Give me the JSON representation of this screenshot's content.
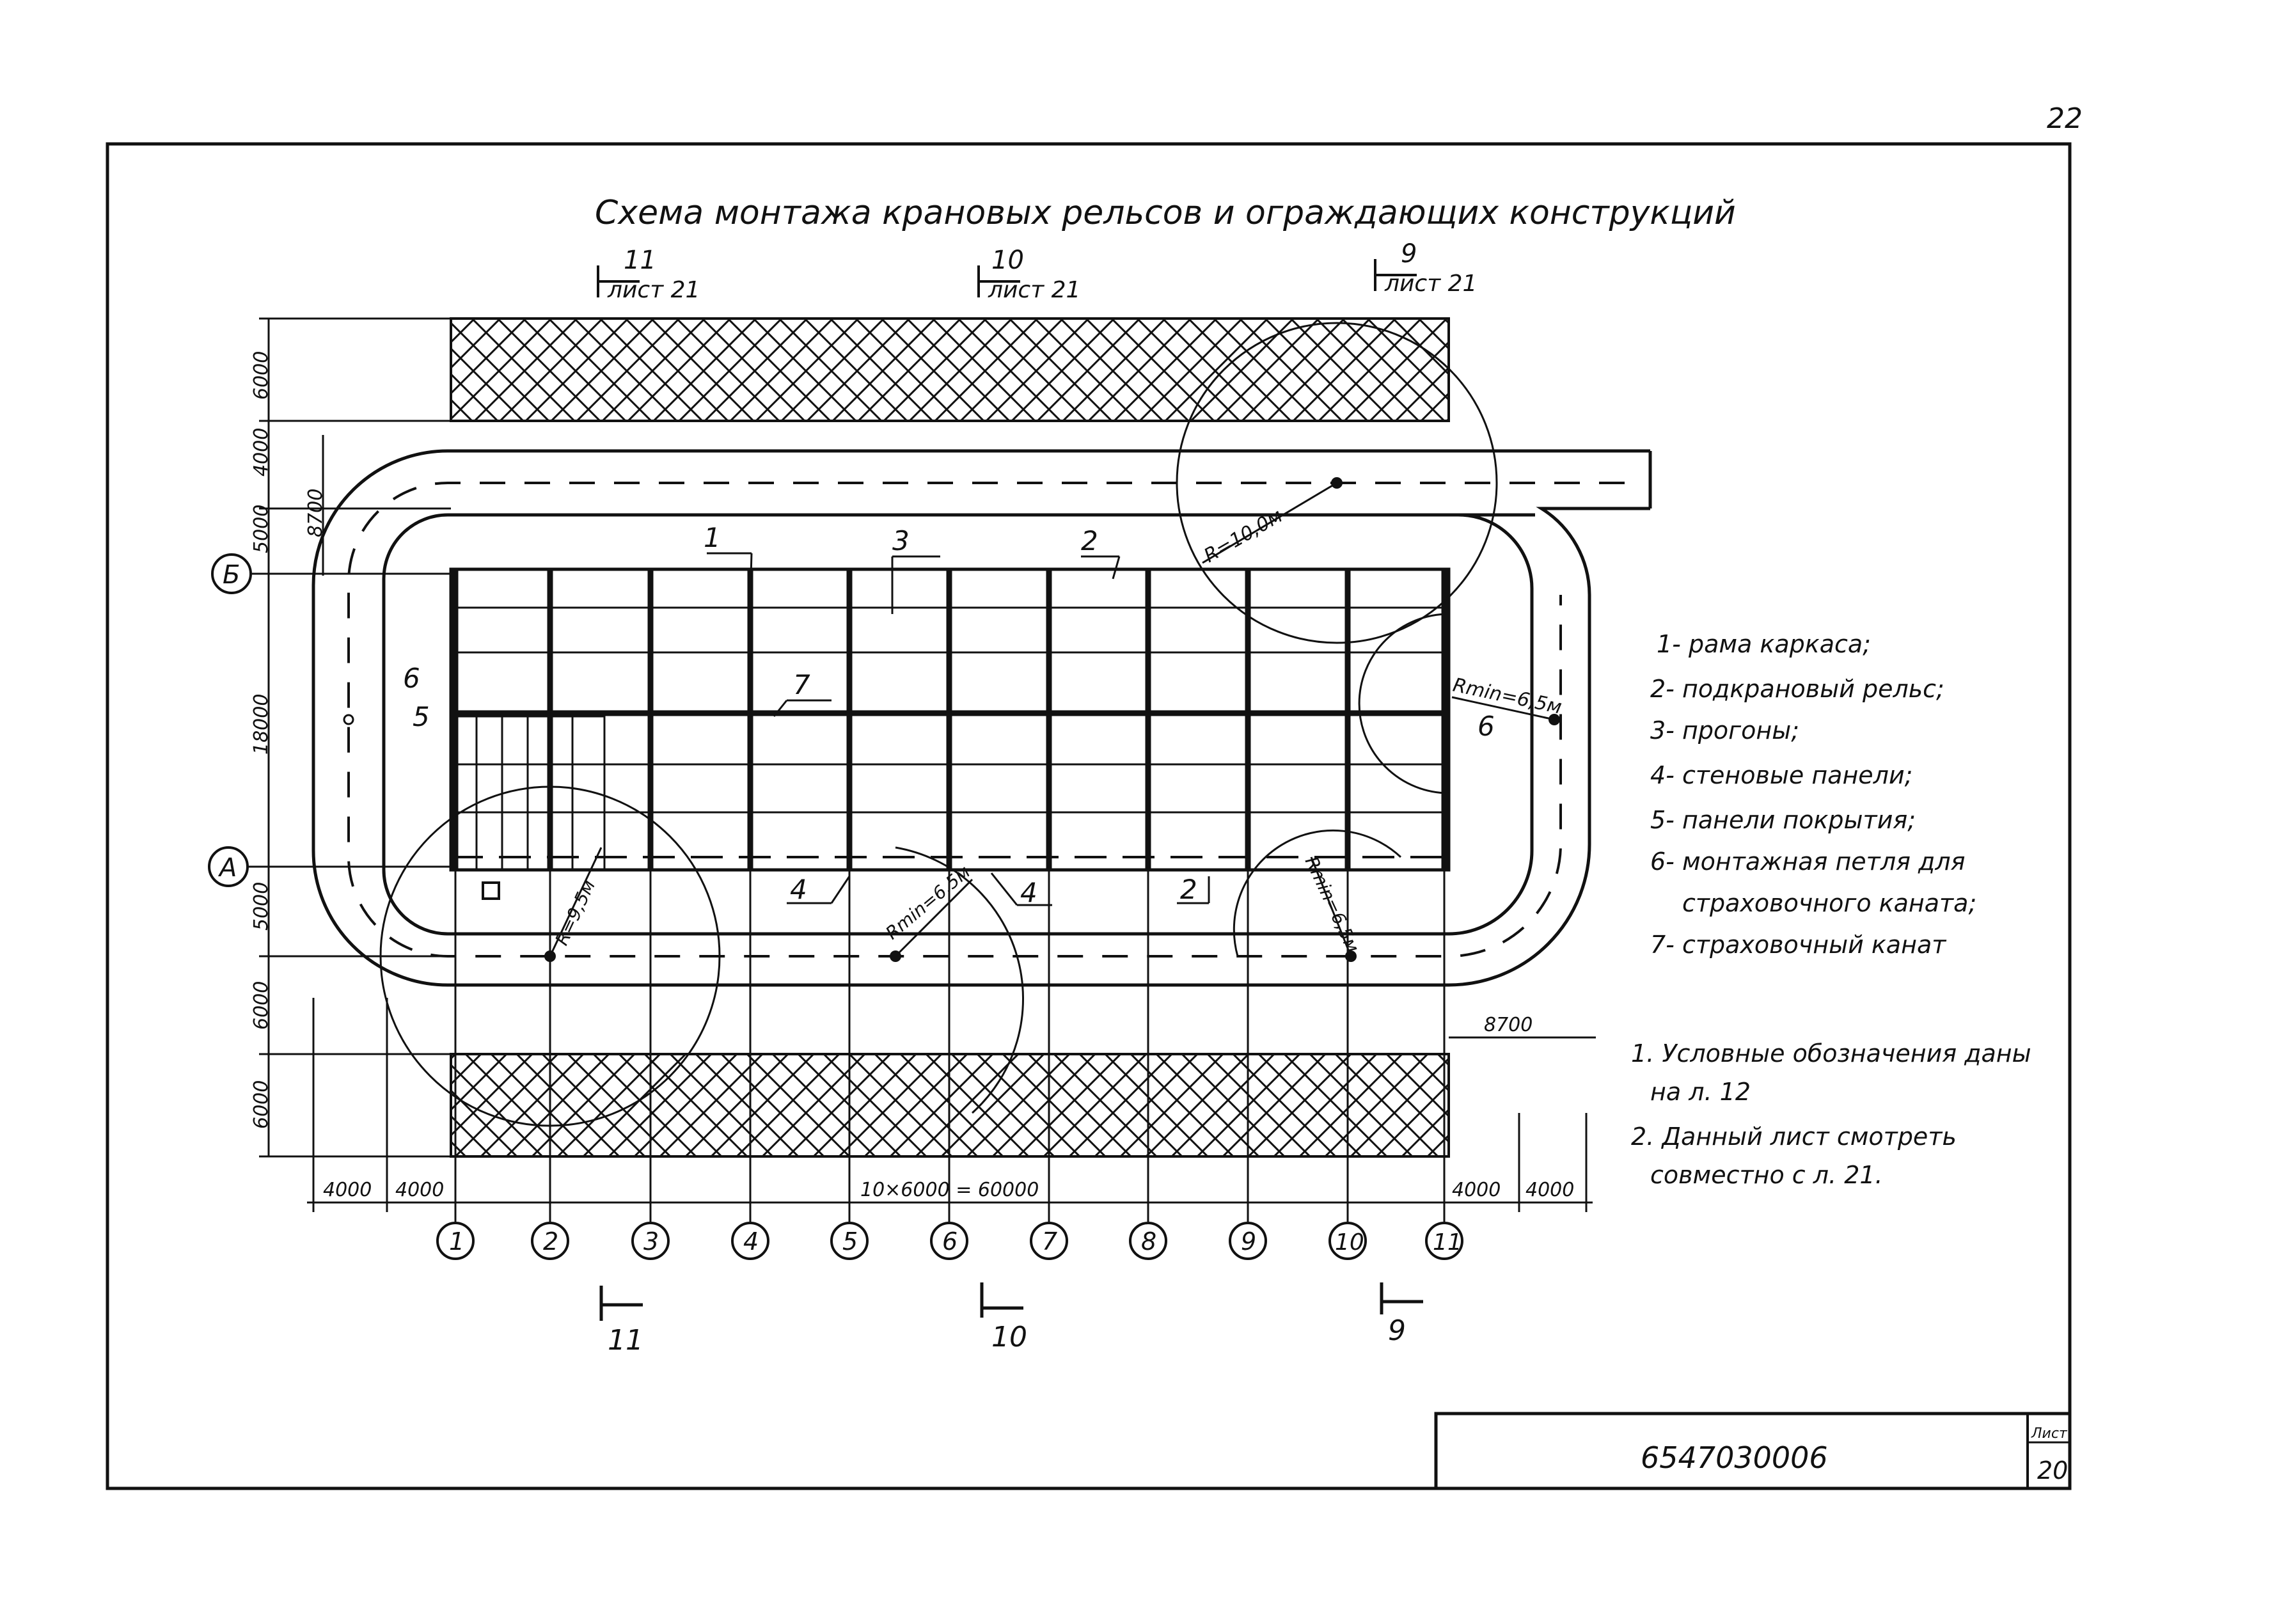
{
  "page_number": "22",
  "title": "Схема монтажа крановых рельсов и ограждающих конструкций",
  "section_marks_top": [
    {
      "num": "11",
      "ref": "лист 21"
    },
    {
      "num": "10",
      "ref": "лист 21"
    },
    {
      "num": "9",
      "ref": "лист 21"
    }
  ],
  "section_marks_bottom": [
    "11",
    "10",
    "9"
  ],
  "axes_columns": [
    "1",
    "2",
    "3",
    "4",
    "5",
    "6",
    "7",
    "8",
    "9",
    "10",
    "11"
  ],
  "axes_rows": [
    "Б",
    "А"
  ],
  "dims_left": [
    "6000",
    "4000",
    "5000",
    "18000",
    "5000",
    "6000",
    "6000"
  ],
  "dim_left_total": "8700",
  "dim_right_total": "8700",
  "dims_bottom": [
    "4000",
    "4000",
    "10×6000 = 60000",
    "4000",
    "4000"
  ],
  "radii": [
    "R=10,0м",
    "Rmin=6,5м",
    "R=9,5м",
    "Rmin=6,5м",
    "Rmin=6,5м"
  ],
  "callouts": [
    "1",
    "2",
    "3",
    "7",
    "6",
    "5",
    "6",
    "4",
    "4",
    "2"
  ],
  "legend": [
    "1- рама каркаса;",
    "2- подкрановый рельс;",
    "3- прогоны;",
    "4- стеновые панели;",
    "5- панели покрытия;",
    "6- монтажная петля для",
    "страховочного каната;",
    "7- страховочный канат"
  ],
  "notes": [
    "1. Условные обозначения даны",
    "на л. 12",
    "2. Данный лист смотреть",
    "совместно   с л. 21."
  ],
  "stamp": {
    "code": "6547030006",
    "sheet_label": "Лист",
    "sheet_number": "20"
  }
}
